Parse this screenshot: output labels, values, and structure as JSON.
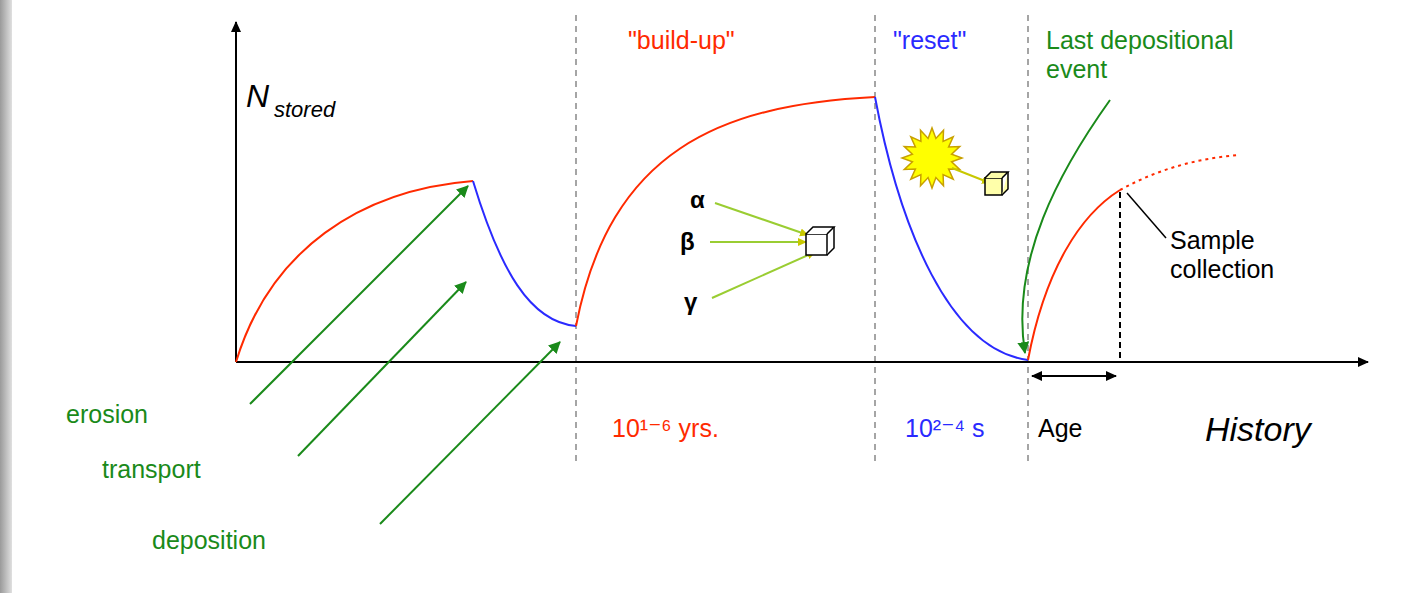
{
  "diagram": {
    "labels": [
      "N",
      "stored",
      "\"build-up\"",
      "\"reset\"",
      "Last depositional event",
      "Sample collection",
      "erosion",
      "transport",
      "deposition",
      "10¹⁻⁶ yrs.",
      "10²⁻⁴ s",
      "Age",
      "History",
      "α",
      "β",
      "γ"
    ]
  }
}
